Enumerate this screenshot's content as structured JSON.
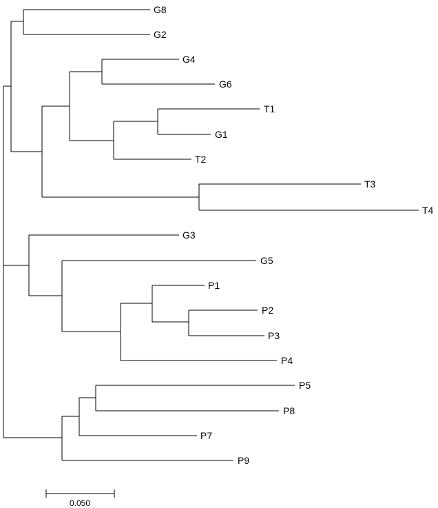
{
  "tree": {
    "leaves": [
      "G8",
      "G2",
      "G4",
      "G6",
      "T1",
      "G1",
      "T2",
      "T3",
      "T4",
      "G3",
      "G5",
      "P1",
      "P2",
      "P3",
      "P4",
      "P5",
      "P8",
      "P7",
      "P9"
    ],
    "scale_bar": {
      "label": "0.050",
      "value": 0.05
    }
  }
}
